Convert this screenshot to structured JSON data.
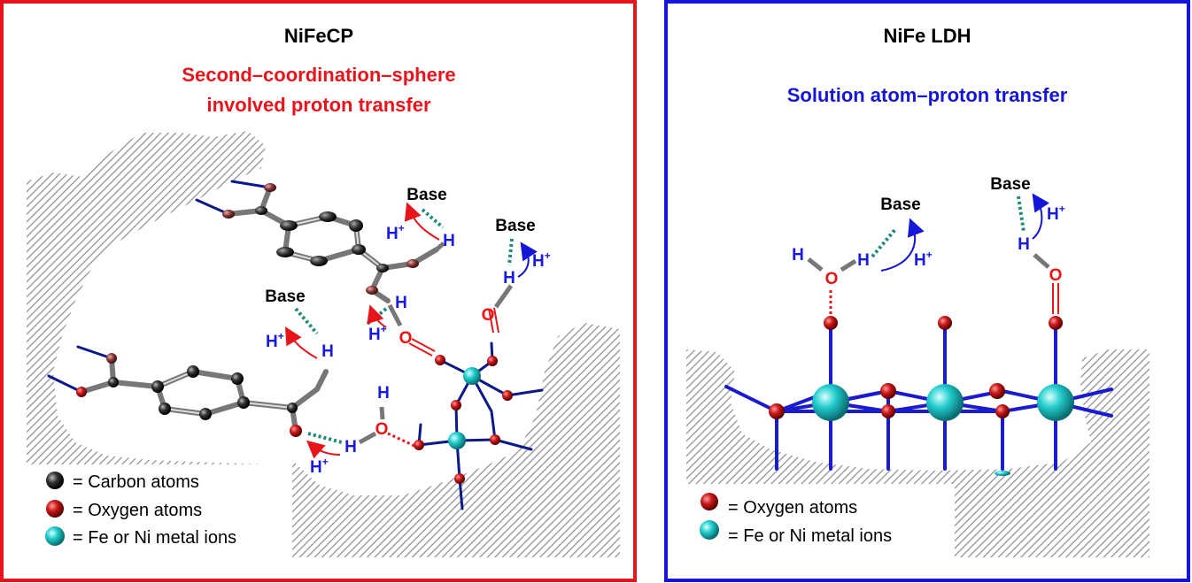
{
  "left_panel": {
    "title": "NiFeCP",
    "subtitle_line1": "Second–coordination–sphere",
    "subtitle_line2": "involved proton transfer",
    "base_label": "Base",
    "h_plus": "H",
    "plus": "+",
    "h": "H",
    "o": "O",
    "legend": {
      "carbon": "= Carbon atoms",
      "oxygen": "= Oxygen atoms",
      "metal": "= Fe or Ni metal ions"
    },
    "frame_color": "#e8141c"
  },
  "right_panel": {
    "title": "NiFe LDH",
    "subtitle": "Solution atom–proton transfer",
    "base_label": "Base",
    "h_plus": "H",
    "plus": "+",
    "h": "H",
    "o": "O",
    "legend": {
      "oxygen": "= Oxygen atoms",
      "metal": "= Fe or Ni metal ions"
    },
    "frame_color": "#1616d8"
  },
  "colors": {
    "subtitle_left": "#e8141c",
    "subtitle_right": "#1616d8",
    "bond": "#0b1a8a",
    "proton": "#1a1ae0",
    "hbond": "#1f8a7a",
    "arrow_red": "#e8141c",
    "arrow_blue": "#1616d8",
    "oxygen": "#b01010",
    "metal": "#1fc8c8",
    "carbon": "#2a2a2a"
  }
}
